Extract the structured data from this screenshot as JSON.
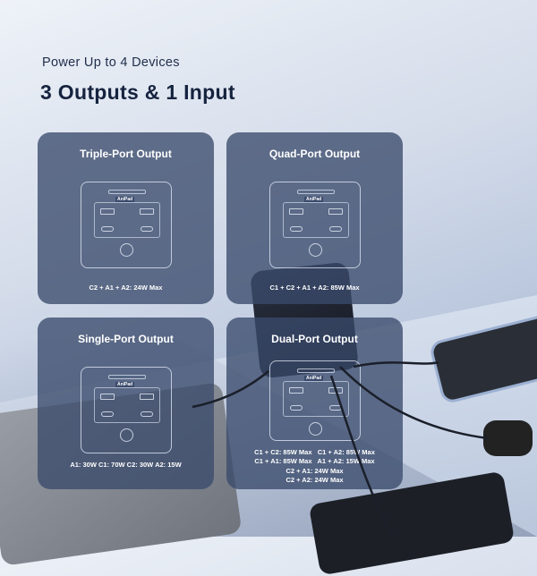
{
  "header": {
    "subtitle": "Power Up to 4 Devices",
    "title": "3 Outputs & 1 Input"
  },
  "brand_logo": "AniPad",
  "panels": [
    {
      "title": "Triple-Port Output",
      "specs": [
        "C2 + A1 + A2: 24W Max"
      ]
    },
    {
      "title": "Quad-Port Output",
      "specs": [
        "C1 + C2 + A1 + A2: 85W Max"
      ]
    },
    {
      "title": "Single-Port Output",
      "specs": [
        "A1: 30W  C1: 70W  C2: 30W  A2: 15W"
      ]
    },
    {
      "title": "Dual-Port Output",
      "specs": [
        "C1 + C2: 85W Max   C1 + A2: 85W Max",
        "C1 + A1: 85W Max   A1 + A2: 15W Max",
        "C2 + A1: 24W Max",
        "C2 + A2: 24W Max"
      ]
    }
  ],
  "colors": {
    "panel": "#3a4a6c",
    "title": "#16233f",
    "background": "#d4dcea"
  }
}
